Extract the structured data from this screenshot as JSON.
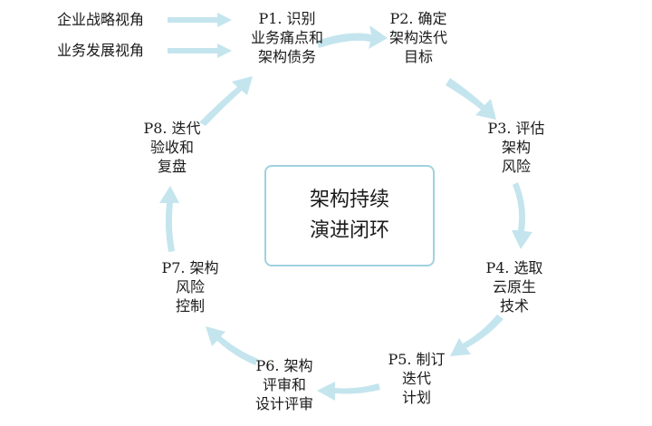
{
  "diagram": {
    "inputs": [
      {
        "label": "企业战略视角"
      },
      {
        "label": "业务发展视角"
      }
    ],
    "center": {
      "lines": [
        "架构持续",
        "演进闭环"
      ]
    },
    "steps": [
      {
        "lines": [
          "P1. 识别",
          "业务痛点和",
          "架构债务"
        ]
      },
      {
        "lines": [
          "P2. 确定",
          "架构迭代",
          "目标"
        ]
      },
      {
        "lines": [
          "P3. 评估",
          "架构",
          "风险"
        ]
      },
      {
        "lines": [
          "P4. 选取",
          "云原生",
          "技术"
        ]
      },
      {
        "lines": [
          "P5. 制订",
          "迭代",
          "计划"
        ]
      },
      {
        "lines": [
          "P6. 架构",
          "评审和",
          "设计评审"
        ]
      },
      {
        "lines": [
          "P7. 架构",
          "风险",
          "控制"
        ]
      },
      {
        "lines": [
          "P8. 迭代",
          "验收和",
          "复盘"
        ]
      }
    ],
    "colors": {
      "arrow": "#c4e5ee",
      "box_border": "#9fd2df",
      "text": "#1a1a1a"
    }
  }
}
